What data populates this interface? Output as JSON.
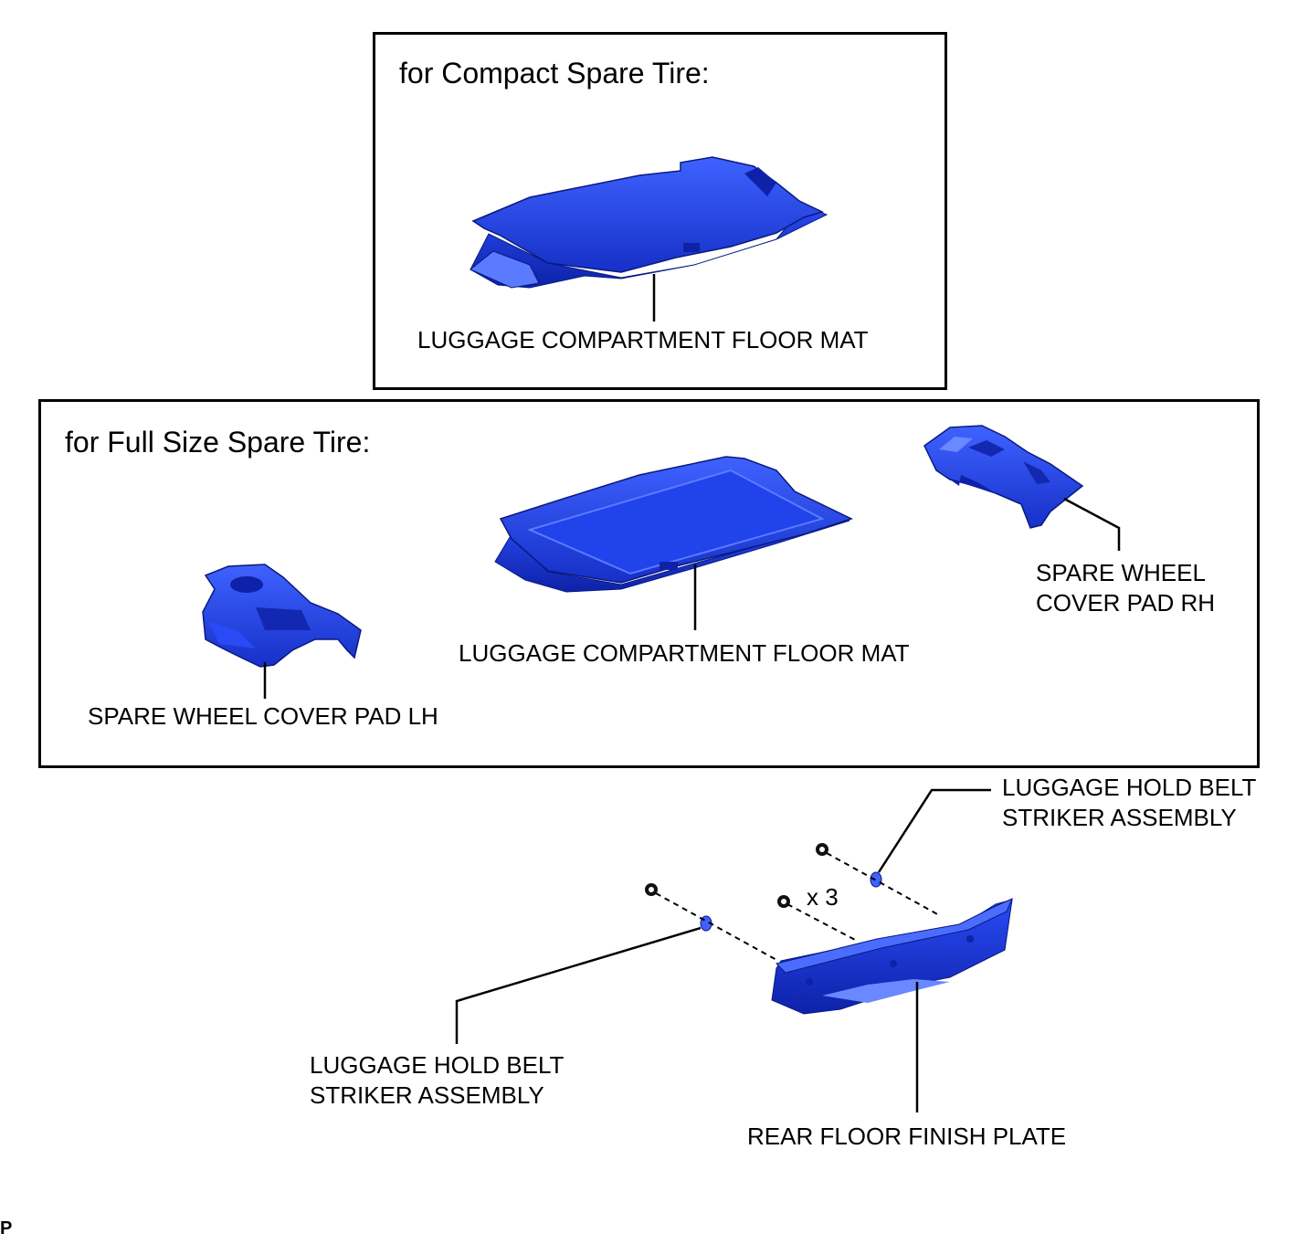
{
  "colors": {
    "part": "#1f3de0",
    "part_light": "#3f62ff",
    "part_dark": "#0d22a8",
    "line": "#000000"
  },
  "compact_section": {
    "title": "for Compact Spare Tire:",
    "floor_mat_label": "LUGGAGE COMPARTMENT FLOOR MAT"
  },
  "full_section": {
    "title": "for Full Size Spare Tire:",
    "floor_mat_label": "LUGGAGE COMPARTMENT FLOOR MAT",
    "pad_rh_label": [
      "SPARE WHEEL",
      "COVER PAD RH"
    ],
    "pad_lh_label": "SPARE WHEEL COVER PAD LH"
  },
  "lower_assembly": {
    "striker_upper_label": [
      "LUGGAGE HOLD BELT",
      "STRIKER ASSEMBLY"
    ],
    "striker_lower_label": [
      "LUGGAGE HOLD BELT",
      "STRIKER ASSEMBLY"
    ],
    "finish_plate_label": "REAR FLOOR FINISH PLATE",
    "fastener_count": "x 3"
  },
  "corner_mark": "P"
}
